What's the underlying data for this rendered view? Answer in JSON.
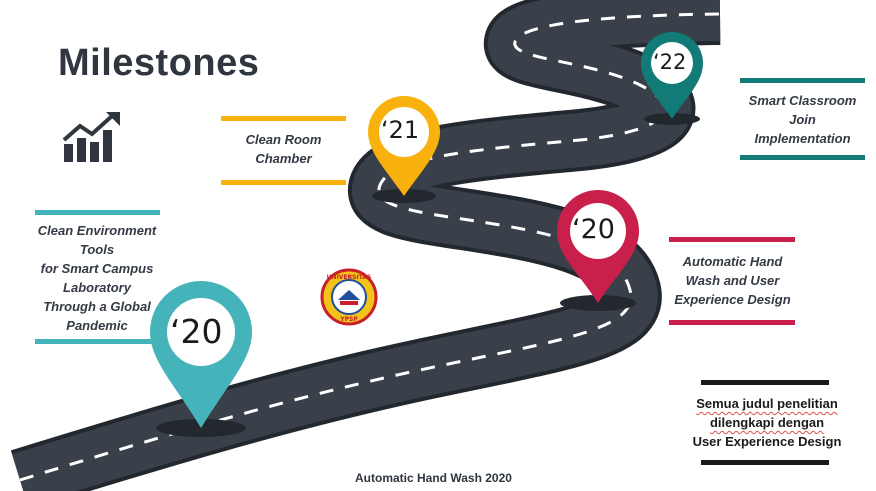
{
  "slide": {
    "title": "Milestones",
    "caption": "Automatic Hand Wash 2020"
  },
  "milestones": [
    {
      "year": "‘20",
      "label_lines": [
        "Clean Environment",
        "Tools",
        "for Smart Campus",
        "Laboratory",
        "Through a Global",
        "Pandemic"
      ],
      "color": "#45b3ba"
    },
    {
      "year": "‘21",
      "label_lines": [
        "Clean Room",
        "Chamber"
      ],
      "color": "#f9b10e"
    },
    {
      "year": "‘20",
      "label_lines": [
        "Automatic Hand",
        "Wash and User",
        "Experience Design"
      ],
      "color": "#c8204b"
    },
    {
      "year": "‘22",
      "label_lines": [
        "Smart Classroom",
        "Join",
        "Implementation"
      ],
      "color": "#137b77"
    }
  ],
  "note": {
    "lines": [
      "Semua judul penelitian",
      "dilengkapi dengan",
      "User Experience Design"
    ]
  },
  "logo": {
    "text_top": "UNIVERSITAS",
    "text_bottom": "YPSP"
  },
  "icons": {
    "chart": "growth-chart-icon",
    "logo": "university-logo"
  },
  "colors": {
    "road": "#2f3640",
    "road_edge": "#23282f",
    "dash": "#ffffff",
    "note_bar": "#1b1b1b"
  }
}
